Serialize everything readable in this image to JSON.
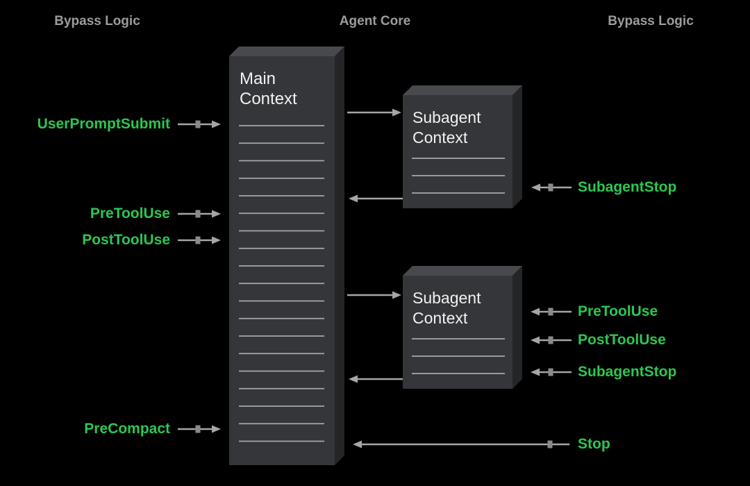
{
  "headers": {
    "left": "Bypass Logic",
    "center": "Agent Core",
    "right": "Bypass Logic"
  },
  "main_box": {
    "title": "Main\nContext"
  },
  "subagent_top_box": {
    "title": "Subagent\nContext"
  },
  "subagent_bottom_box": {
    "title": "Subagent\nContext"
  },
  "left_hooks": [
    {
      "label": "UserPromptSubmit"
    },
    {
      "label": "PreToolUse"
    },
    {
      "label": "PostToolUse"
    },
    {
      "label": "PreCompact"
    }
  ],
  "right_hooks": [
    {
      "label": "SubagentStop"
    },
    {
      "label": "PreToolUse"
    },
    {
      "label": "PostToolUse"
    },
    {
      "label": "SubagentStop"
    },
    {
      "label": "Stop"
    }
  ],
  "colors": {
    "background": "#000000",
    "hook_green": "#2cc751",
    "header_gray": "#9c9c9c",
    "arrow_gray": "#a6a6a6",
    "arrow_marker_gray": "#8a8a8a",
    "box_front": "#343639",
    "box_top": "#47494c",
    "box_side": "#242527",
    "box_line": "#a8a8a8",
    "box_text": "#f2f2f2"
  }
}
